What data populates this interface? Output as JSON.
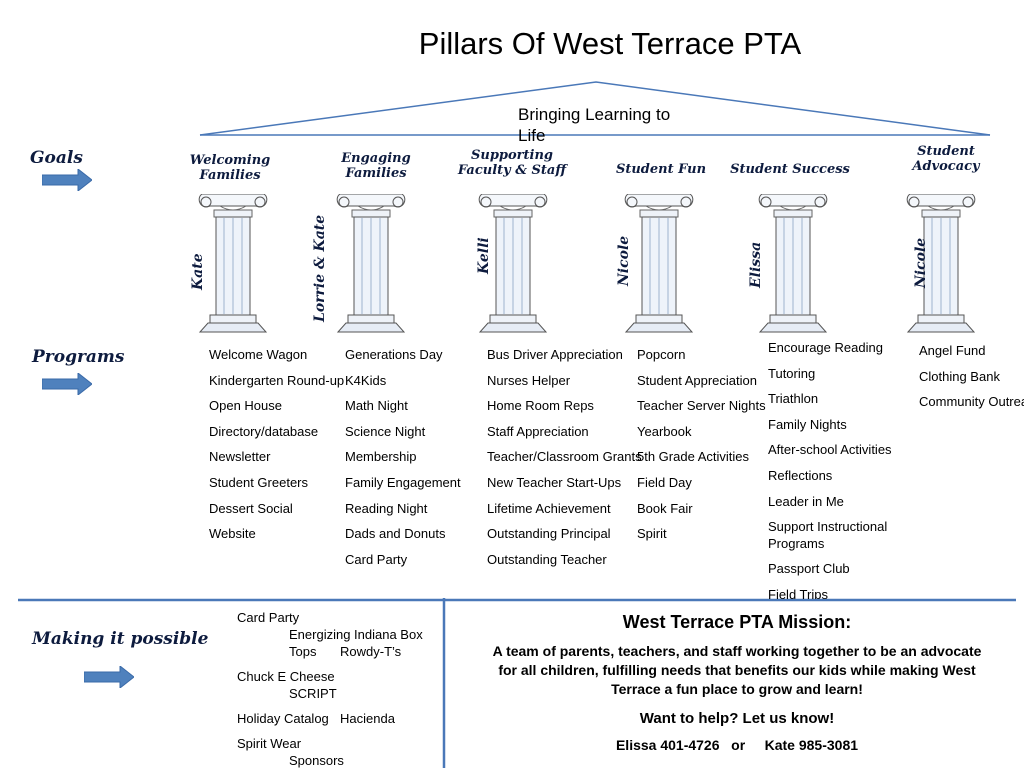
{
  "title": "Pillars Of West Terrace PTA",
  "roof_text": "Bringing Learning to Life",
  "side_labels": {
    "goals": "Goals",
    "programs": "Programs",
    "making_possible": "Making it possible"
  },
  "goals": [
    "Welcoming Families",
    "Engaging Families",
    "Supporting Faculty & Staff",
    "Student Fun",
    "Student Success",
    "Student Advocacy"
  ],
  "people": [
    "Kate",
    "Lorrie & Kate",
    "Kelli",
    "Nicole",
    "Elissa",
    "Nicole"
  ],
  "programs": [
    [
      "Welcome Wagon",
      "Kindergarten Round-up",
      "Open House",
      "Directory/database",
      "Newsletter",
      "Student Greeters",
      "Dessert Social",
      "Website"
    ],
    [
      "Generations Day",
      "K4Kids",
      "Math Night",
      "Science Night",
      "Membership",
      "Family Engagement",
      "Reading Night",
      "Dads and Donuts",
      "Card Party"
    ],
    [
      "Bus Driver Appreciation",
      "Nurses Helper",
      "Home Room Reps",
      "Staff Appreciation",
      "Teacher/Classroom Grants",
      "New Teacher Start-Ups",
      "Lifetime Achievement",
      "Outstanding Principal",
      "Outstanding Teacher"
    ],
    [
      "Popcorn",
      "Student Appreciation",
      "Teacher Server Nights",
      "Yearbook",
      "5th Grade Activities",
      "Field Day",
      "Book Fair",
      "Spirit"
    ],
    [
      "Encourage Reading",
      "Tutoring",
      "Triathlon",
      "Family Nights",
      "After-school Activities",
      "Reflections",
      "Leader in Me",
      "Support Instructional Programs",
      "Passport Club",
      "Field Trips"
    ],
    [
      "Angel Fund",
      "Clothing Bank",
      "Community Outreach"
    ]
  ],
  "making_possible": {
    "line1": "Card Party",
    "line2": "Energizing Indiana Box Tops",
    "line2b": "Rowdy-T’s",
    "line3": "Chuck E Cheese",
    "line3b": "SCRIPT",
    "line4": "Holiday Catalog",
    "line4b": "Hacienda",
    "line5": "Spirit Wear",
    "line5b": "Sponsors"
  },
  "mission": {
    "title": "West Terrace PTA Mission:",
    "text": "A team of parents, teachers, and staff working together to be an advocate for all children, fulfilling needs that benefits our kids while making West Terrace a fun place to grow and learn!",
    "help": "Want to help? Let us know!",
    "contact": "Elissa 401-4726   or     Kate 985-3081"
  },
  "colors": {
    "line_blue": "#4a78b8",
    "arrow_blue": "#4f81bd",
    "text_dark": "#0d1b3e"
  }
}
